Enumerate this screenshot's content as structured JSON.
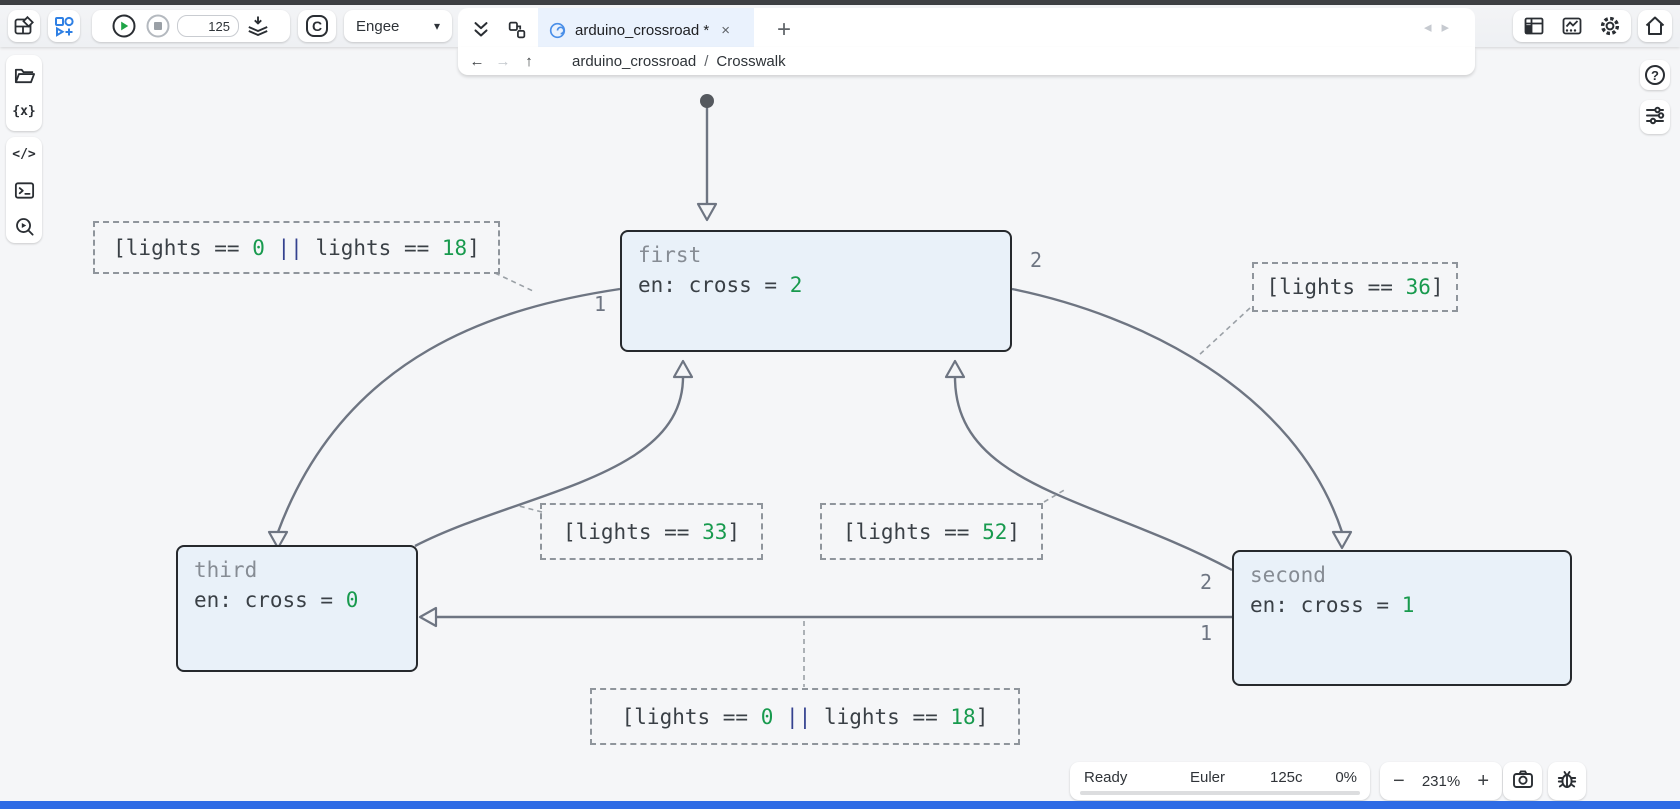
{
  "toolbar": {
    "sim_time": "125",
    "env_label": "Engee",
    "codegen_label": "C"
  },
  "icons": {
    "variables": "{x}",
    "code": "</>",
    "help": "?",
    "close": "×",
    "new_tab": "+",
    "back": "←",
    "forward": "→",
    "up": "↑",
    "nav_left": "◂",
    "nav_right": "▸",
    "dropdown": "▾",
    "zoom_out": "−",
    "zoom_in": "+"
  },
  "tabs": {
    "active_title": "arduino_crossroad *"
  },
  "breadcrumb": {
    "part1": "arduino_crossroad",
    "sep": "/",
    "part2": "Crosswalk"
  },
  "diagram": {
    "states": {
      "first": {
        "title": "first",
        "expr": "en: cross = ",
        "value": "2"
      },
      "second": {
        "title": "second",
        "expr": "en: cross = ",
        "value": "1"
      },
      "third": {
        "title": "third",
        "expr": "en: cross = ",
        "value": "0"
      }
    },
    "guards": {
      "top_left": {
        "pre": "[lights == ",
        "v1": "0",
        "or": " || ",
        "mid": "lights == ",
        "v2": "18",
        "post": "]"
      },
      "right": {
        "pre": "[lights == ",
        "v1": "36",
        "post": "]"
      },
      "mid_left": {
        "pre": "[lights == ",
        "v1": "33",
        "post": "]"
      },
      "mid_right": {
        "pre": "[lights == ",
        "v1": "52",
        "post": "]"
      },
      "bottom": {
        "pre": "[lights == ",
        "v1": "0",
        "or": " || ",
        "mid": "lights == ",
        "v2": "18",
        "post": "]"
      }
    },
    "priorities": {
      "first_third": "1",
      "first_second": "2",
      "second_first": "2",
      "second_third": "1"
    }
  },
  "status": {
    "state": "Ready",
    "solver": "Euler",
    "time": "125c",
    "progress": "0%",
    "zoom": "231%"
  },
  "colors": {
    "accent_blue": "#2878e0",
    "state_fill": "#e9f1f9",
    "value_green": "#189a4e",
    "edge_gray": "#6e7582"
  }
}
